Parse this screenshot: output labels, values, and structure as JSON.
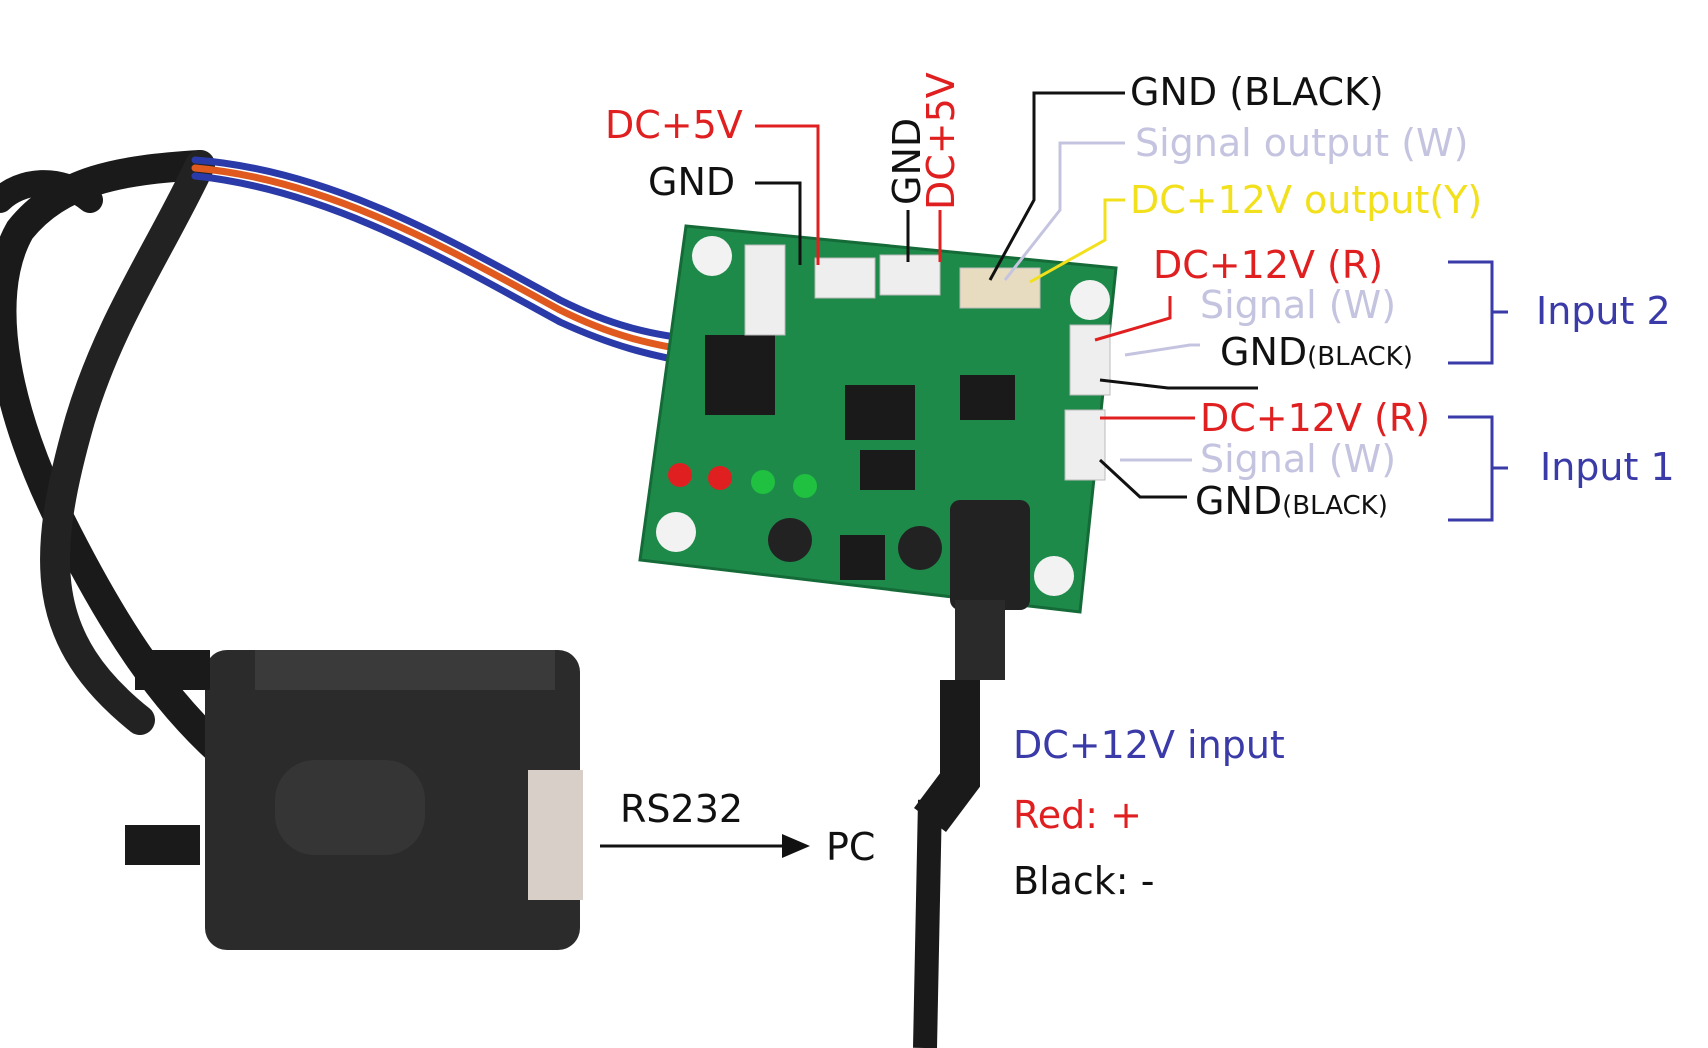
{
  "colors": {
    "red_label": "#e02020",
    "black_label": "#111111",
    "signal_label": "#c4c4e0",
    "yellow_label": "#f2e01c",
    "input_label": "#3a3aa8",
    "pcb_green": "#1e8a4a"
  },
  "labels": {
    "top_5v": "DC+5V",
    "top_gnd": "GND",
    "vert_gnd": "GND",
    "vert_5v": "DC+5V",
    "out_gnd": "GND (BLACK)",
    "out_signal": "Signal output (W)",
    "out_12v": "DC+12V output(Y)",
    "in2_12v": "DC+12V (R)",
    "in2_signal": "Signal (W)",
    "in2_gnd_main": "GND",
    "in2_gnd_sub": "(BLACK)",
    "in2_group": "Input 2",
    "in1_12v": "DC+12V (R)",
    "in1_signal": "Signal (W)",
    "in1_gnd_main": "GND",
    "in1_gnd_sub": "(BLACK)",
    "in1_group": "Input 1",
    "rs232": "RS232",
    "pc": "PC",
    "dc_input": "DC+12V input",
    "red_plus": "Red: +",
    "black_minus": "Black: -"
  },
  "icons": [
    "pcb-board",
    "db9-connector",
    "dc-barrel-jack",
    "cable"
  ]
}
